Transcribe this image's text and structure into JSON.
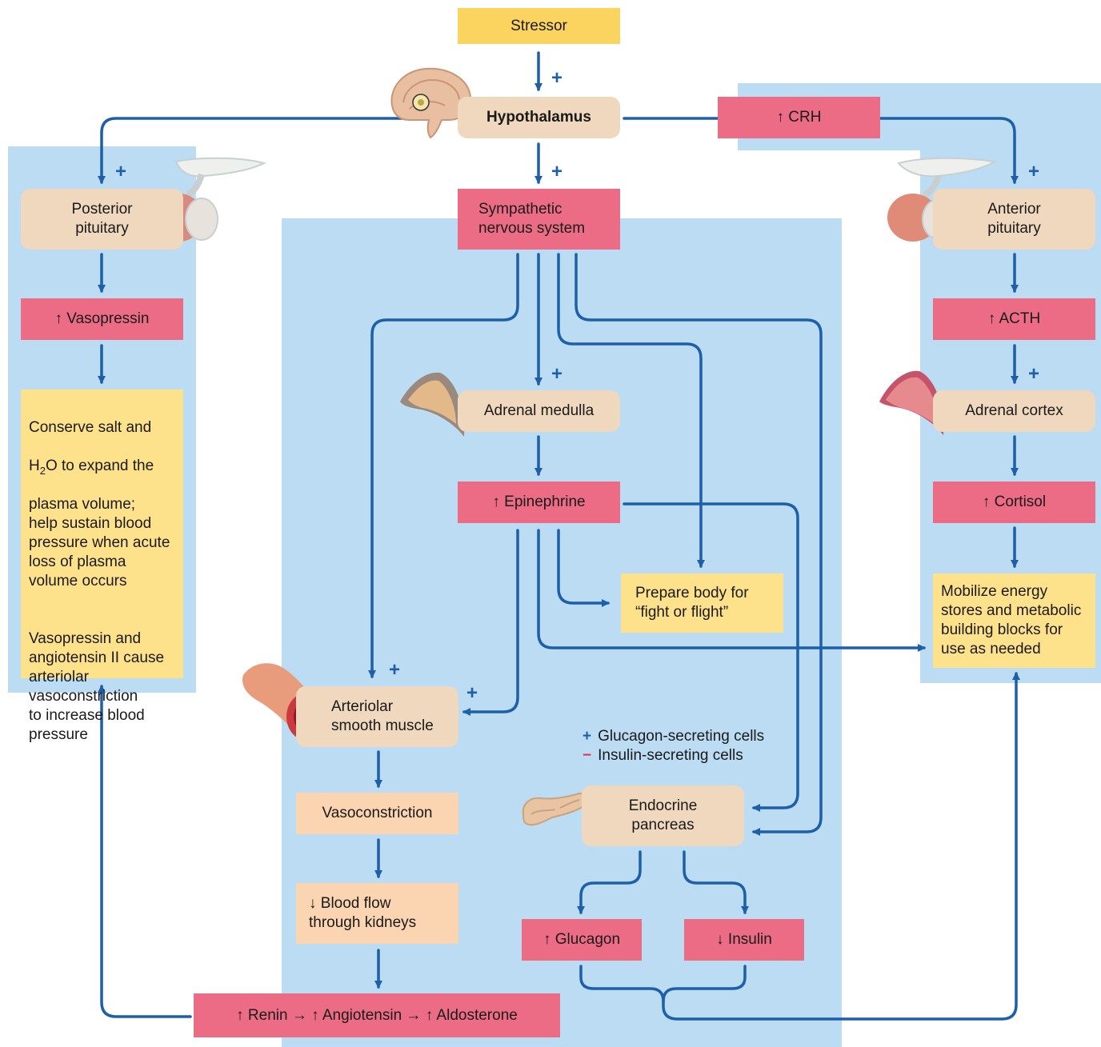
{
  "nodes": {
    "stressor": "Stressor",
    "hypothalamus": "Hypothalamus",
    "crh": "↑ CRH",
    "posterior_pituitary": "Posterior\npituitary",
    "sympathetic": "Sympathetic\nnervous system",
    "anterior_pituitary": "Anterior\npituitary",
    "vasopressin": "↑ Vasopressin",
    "acth": "↑ ACTH",
    "adrenal_medulla": "Adrenal medulla",
    "adrenal_cortex": "Adrenal cortex",
    "epinephrine": "↑ Epinephrine",
    "cortisol": "↑ Cortisol",
    "prepare_body": "Prepare body for\n“fight or flight”",
    "mobilize_energy": "Mobilize energy\nstores and metabolic\nbuilding blocks for\nuse as needed",
    "arteriolar_muscle": "Arteriolar\nsmooth muscle",
    "vasoconstriction": "Vasoconstriction",
    "blood_flow": "↓ Blood flow\n  through kidneys",
    "endocrine_pancreas": "Endocrine\npancreas",
    "glucagon": "↑ Glucagon",
    "insulin": "↓ Insulin",
    "renin_chain": "↑ Renin → ↑ Angiotensin → ↑ Aldosterone"
  },
  "conserve_note": {
    "line1": "Conserve salt and",
    "line2_pre": "H",
    "line2_sub": "2",
    "line2_post": "O to expand the",
    "rest": "plasma volume;\nhelp sustain blood\npressure when acute\nloss of plasma\nvolume occurs",
    "para2": "Vasopressin and\nangiotensin II cause\narteriolar\nvasoconstriction\nto increase blood\npressure"
  },
  "legend": {
    "plus_symbol": "+",
    "plus_label": "Glucagon-secreting cells",
    "minus_symbol": "−",
    "minus_label": "Insulin-secreting cells"
  },
  "arrow_sign": "+",
  "colors": {
    "arrow": "#1d5fa8",
    "panel": "#bcdcf3",
    "pink": "#ec6c86",
    "tan": "#efd8bd",
    "yellow": "#fde18b"
  }
}
